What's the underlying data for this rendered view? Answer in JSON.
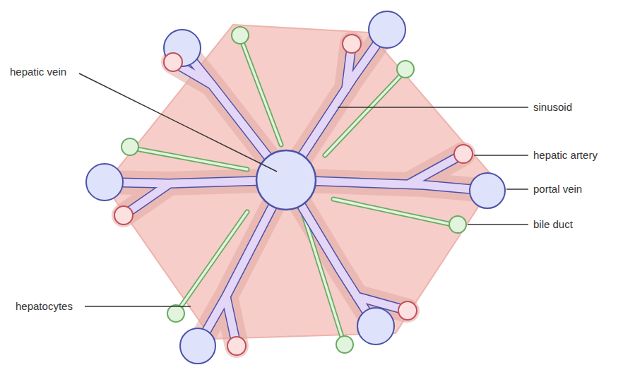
{
  "diagram": {
    "labels": [
      "hepatic vein",
      "sinusoid",
      "hepatic artery",
      "portal vein",
      "bile duct",
      "hepatocytes"
    ]
  }
}
